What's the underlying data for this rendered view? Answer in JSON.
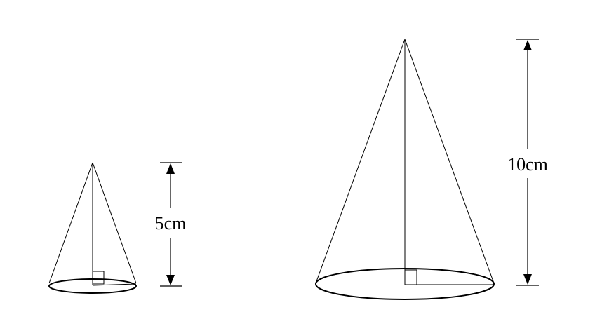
{
  "cones": [
    {
      "height_label": "5cm",
      "height_value": 5,
      "unit": "cm"
    },
    {
      "height_label": "10cm",
      "height_value": 10,
      "unit": "cm"
    }
  ]
}
